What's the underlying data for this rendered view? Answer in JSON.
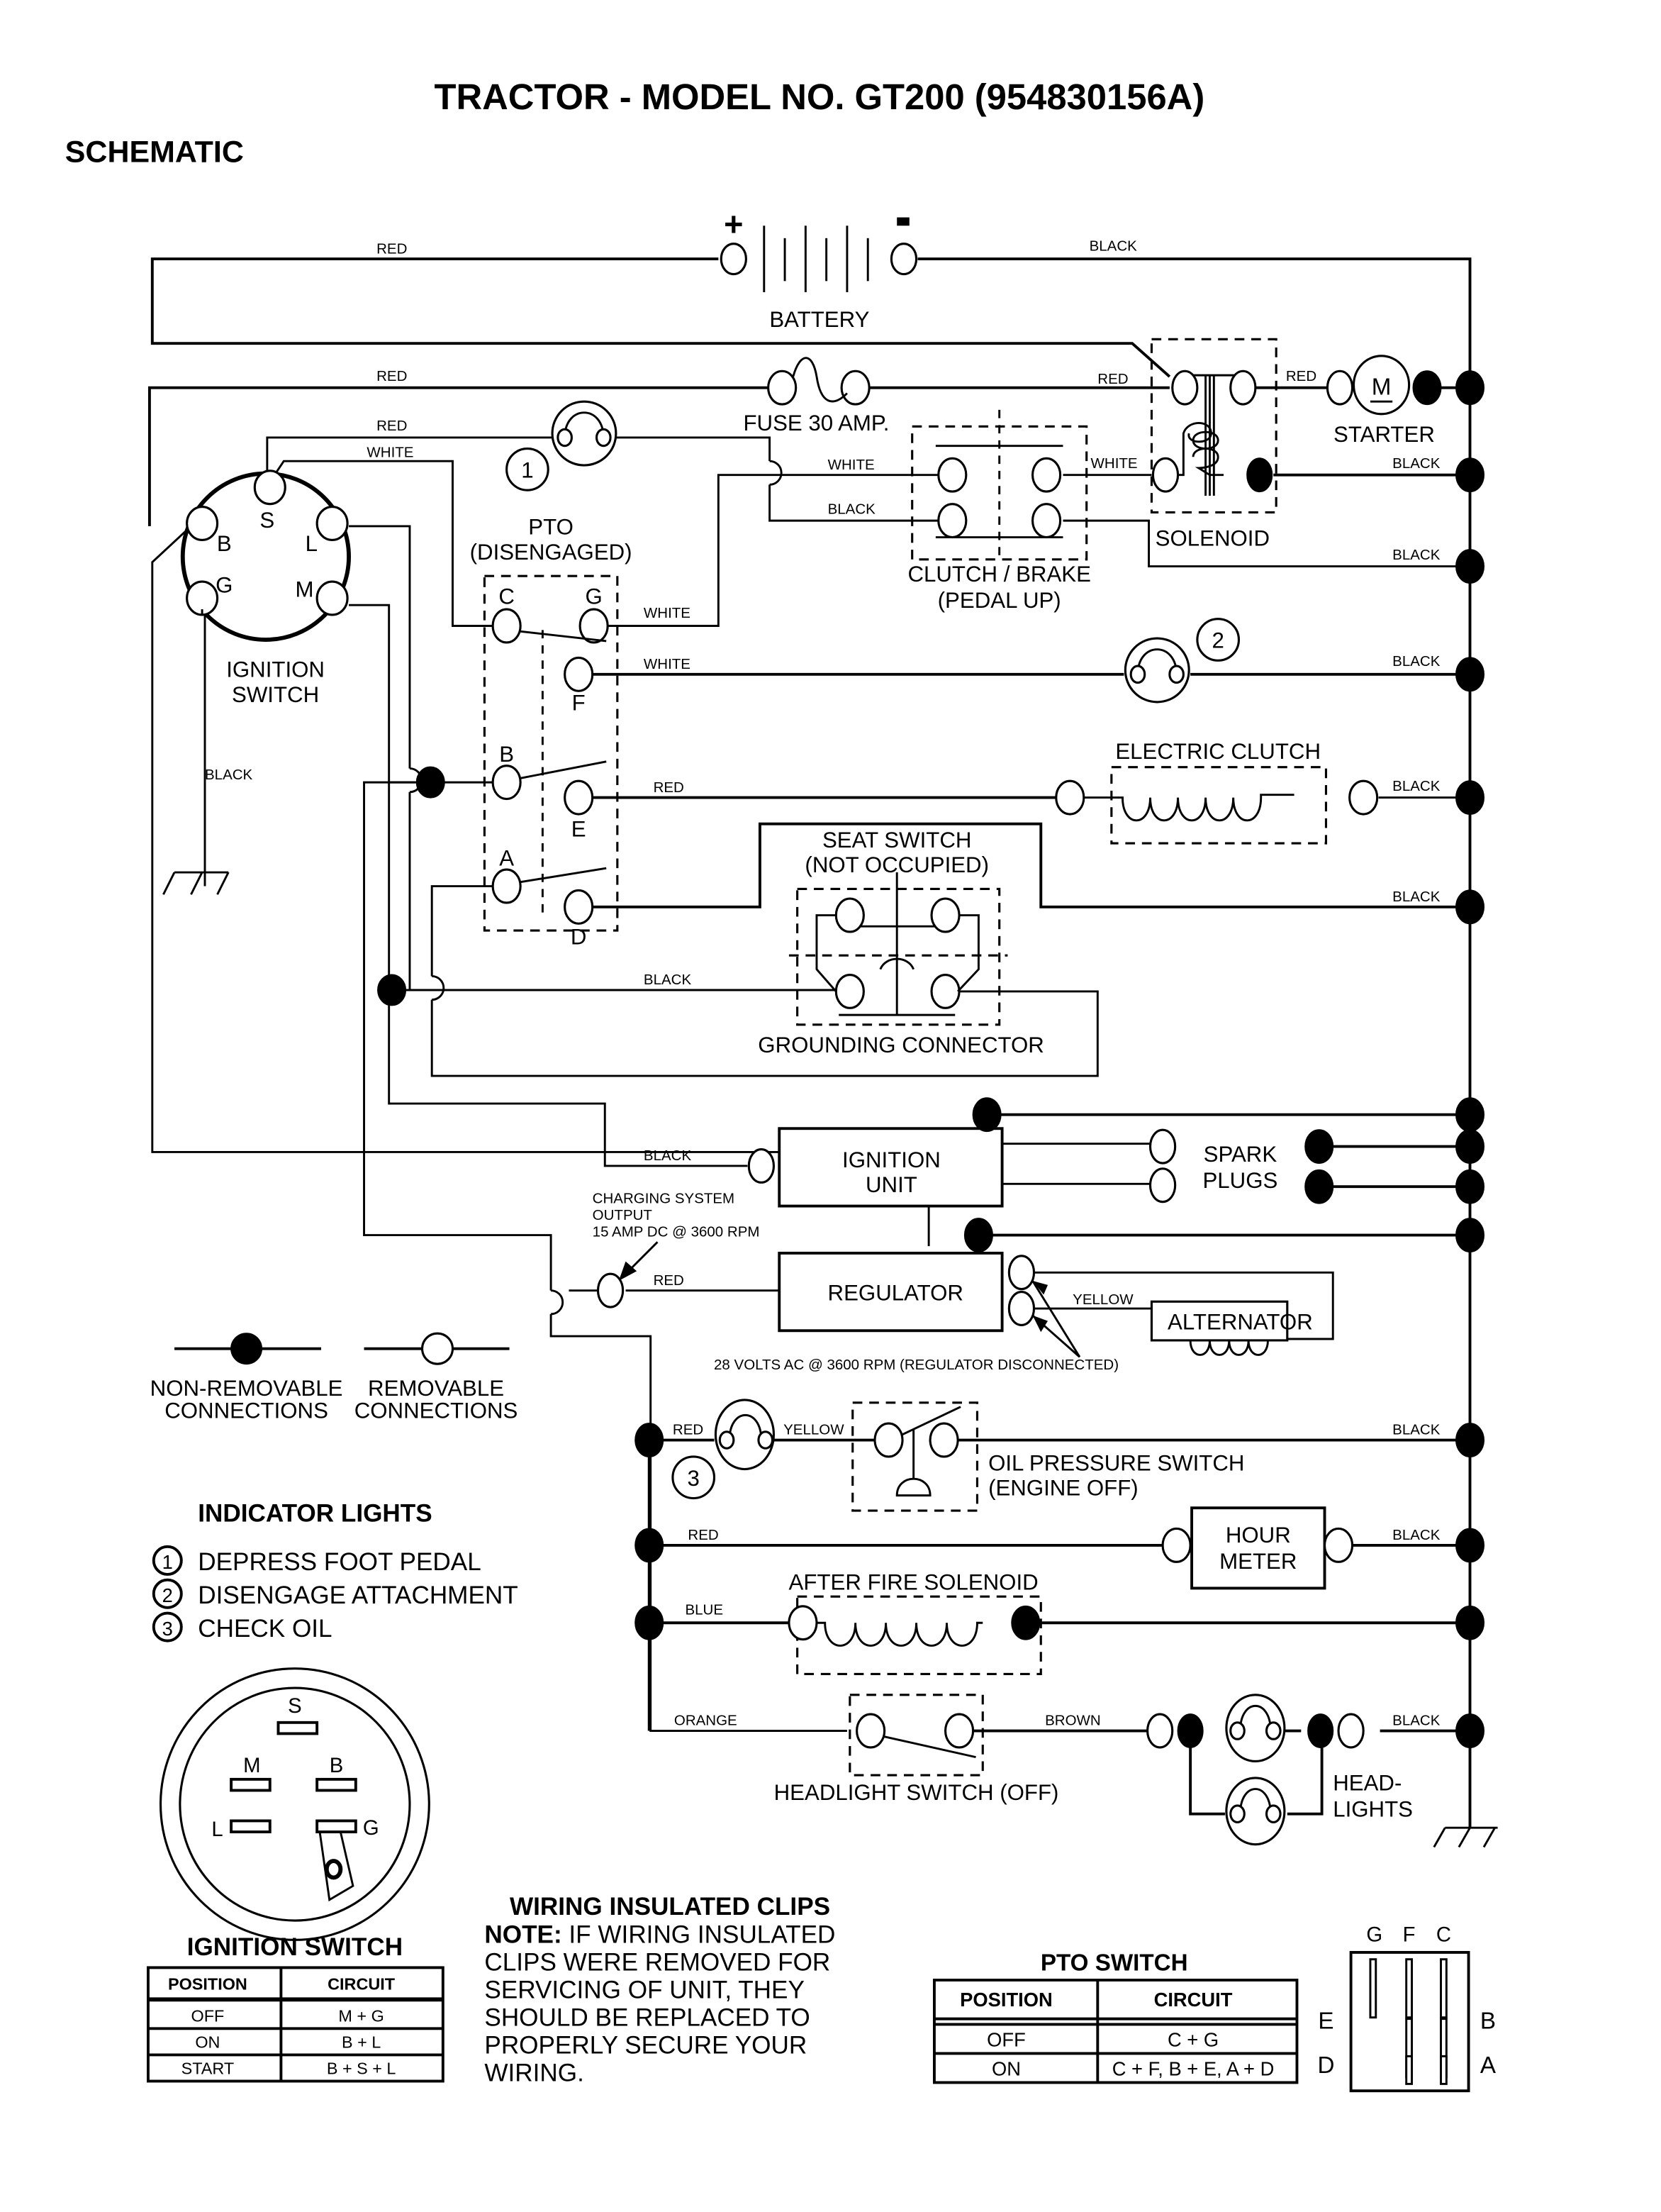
{
  "header": {
    "title": "TRACTOR - MODEL NO. GT200 (954830156A)",
    "section": "SCHEMATIC"
  },
  "components": {
    "battery": "BATTERY",
    "battery_plus": "+",
    "battery_minus": "-",
    "fuse": "FUSE 30 AMP.",
    "solenoid": "SOLENOID",
    "starter": "STARTER",
    "starter_symbol": "M",
    "clutch_brake": [
      "CLUTCH / BRAKE",
      "(PEDAL UP)"
    ],
    "pto": [
      "PTO",
      "(DISENGAGED)"
    ],
    "pto_pins": {
      "c": "C",
      "g": "G",
      "f": "F",
      "b": "B",
      "e": "E",
      "a": "A",
      "d": "D"
    },
    "ignition_switch": [
      "IGNITION",
      "SWITCH"
    ],
    "ignition_pins": {
      "s": "S",
      "b": "B",
      "l": "L",
      "g": "G",
      "m": "M"
    },
    "electric_clutch": "ELECTRIC CLUTCH",
    "seat_switch": [
      "SEAT SWITCH",
      "(NOT OCCUPIED)"
    ],
    "grounding_connector": "GROUNDING CONNECTOR",
    "ignition_unit": [
      "IGNITION",
      "UNIT"
    ],
    "spark_plugs": [
      "SPARK",
      "PLUGS"
    ],
    "charging_note": [
      "CHARGING SYSTEM",
      "OUTPUT",
      "15 AMP DC @ 3600 RPM"
    ],
    "regulator": "REGULATOR",
    "alternator": "ALTERNATOR",
    "alternator_note": "28 VOLTS AC @ 3600 RPM (REGULATOR DISCONNECTED)",
    "oil_pressure_switch": [
      "OIL PRESSURE SWITCH",
      "(ENGINE OFF)"
    ],
    "hour_meter": [
      "HOUR",
      "METER"
    ],
    "after_fire_solenoid": "AFTER FIRE SOLENOID",
    "headlight_switch": "HEADLIGHT SWITCH (OFF)",
    "headlights": [
      "HEAD-",
      "LIGHTS"
    ],
    "indicator_numbers": [
      "1",
      "2",
      "3"
    ]
  },
  "wire_colors": {
    "red": "RED",
    "black": "BLACK",
    "white": "WHITE",
    "yellow": "YELLOW",
    "blue": "BLUE",
    "orange": "ORANGE",
    "brown": "BROWN"
  },
  "legend": {
    "non_removable": [
      "NON-REMOVABLE",
      "CONNECTIONS"
    ],
    "removable": [
      "REMOVABLE",
      "CONNECTIONS"
    ]
  },
  "indicator_lights": {
    "title": "INDICATOR LIGHTS",
    "items": [
      {
        "num": "1",
        "label": "DEPRESS FOOT PEDAL"
      },
      {
        "num": "2",
        "label": "DISENGAGE ATTACHMENT"
      },
      {
        "num": "3",
        "label": "CHECK OIL"
      }
    ]
  },
  "ignition_switch_detail": {
    "title": "IGNITION SWITCH",
    "terminals": {
      "s": "S",
      "m": "M",
      "b": "B",
      "l": "L",
      "g": "G"
    },
    "table": {
      "headers": [
        "POSITION",
        "CIRCUIT"
      ],
      "rows": [
        [
          "OFF",
          "M + G"
        ],
        [
          "ON",
          "B + L"
        ],
        [
          "START",
          "B + S + L"
        ]
      ]
    }
  },
  "wiring_clips": {
    "title": "WIRING INSULATED CLIPS",
    "note_label": "NOTE:",
    "note_lines": [
      " IF WIRING INSULATED",
      "CLIPS WERE REMOVED FOR",
      "SERVICING OF UNIT, THEY",
      "SHOULD BE REPLACED TO",
      "PROPERLY SECURE YOUR",
      "WIRING."
    ]
  },
  "pto_switch_detail": {
    "title": "PTO SWITCH",
    "table": {
      "headers": [
        "POSITION",
        "CIRCUIT"
      ],
      "rows": [
        [
          "OFF",
          "C + G"
        ],
        [
          "ON",
          "C + F, B + E, A + D"
        ]
      ]
    },
    "pins_top": [
      "G",
      "F",
      "C"
    ],
    "pins_left": [
      "E",
      "D"
    ],
    "pins_right": [
      "B",
      "A"
    ]
  }
}
